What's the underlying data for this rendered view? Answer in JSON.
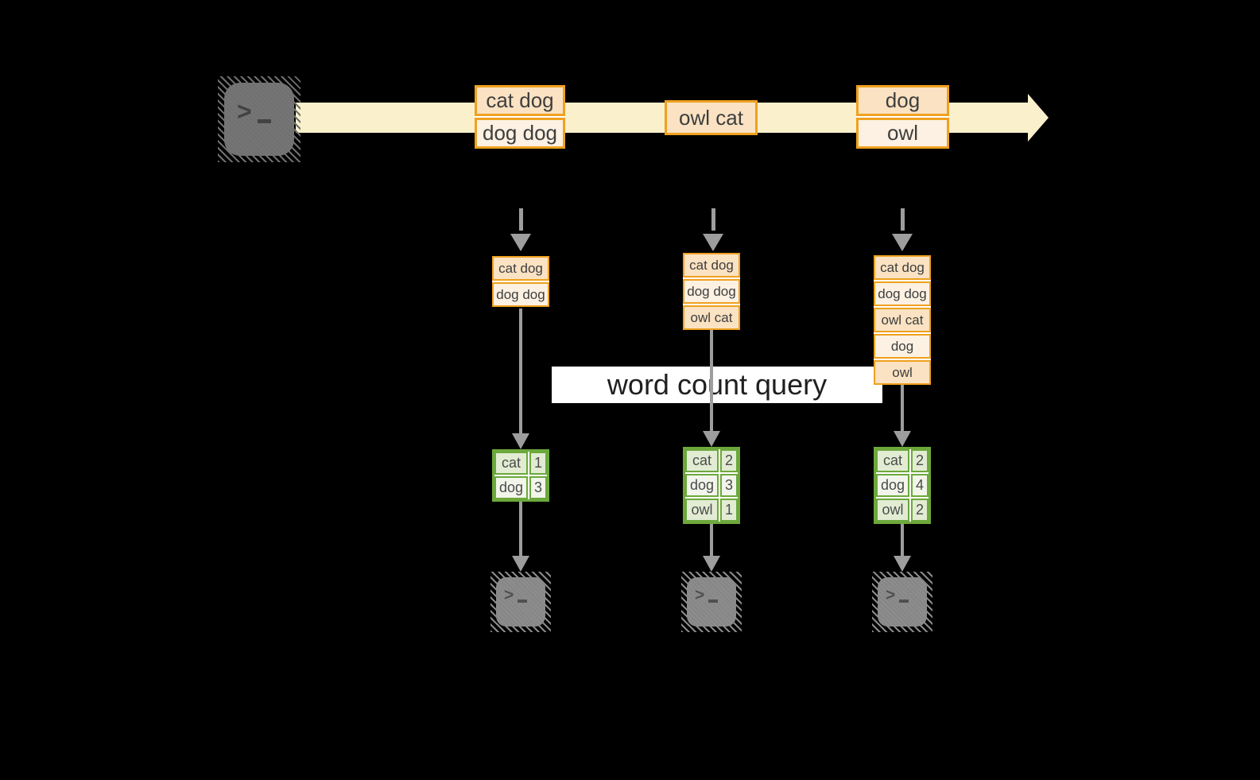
{
  "banner": {
    "label": "word count query"
  },
  "terminal": {
    "prompt_chevron": ">"
  },
  "stream_events": {
    "pair1": [
      "cat dog",
      "dog dog"
    ],
    "single": "owl cat",
    "pair2": [
      "dog",
      "owl"
    ]
  },
  "pipelines": [
    {
      "messages": [
        "cat dog",
        "dog dog"
      ],
      "counts": [
        {
          "word": "cat",
          "count": 1
        },
        {
          "word": "dog",
          "count": 3
        }
      ]
    },
    {
      "messages": [
        "cat dog",
        "dog dog",
        "owl cat"
      ],
      "counts": [
        {
          "word": "cat",
          "count": 2
        },
        {
          "word": "dog",
          "count": 3
        },
        {
          "word": "owl",
          "count": 1
        }
      ]
    },
    {
      "messages": [
        "cat dog",
        "dog dog",
        "owl cat",
        "dog",
        "owl"
      ],
      "counts": [
        {
          "word": "cat",
          "count": 2
        },
        {
          "word": "dog",
          "count": 4
        },
        {
          "word": "owl",
          "count": 2
        }
      ]
    }
  ],
  "colors": {
    "accent_orange": "#efa11f",
    "peach_dark": "#fae2c2",
    "peach_light": "#fcf1e2",
    "stream_band": "#faf0cc",
    "green": "#6ca83c",
    "green_cell_dark": "#e2ecd3",
    "green_cell_light": "#f1f5ea",
    "arrow_gray": "#9d9d9d",
    "terminal_producer_gray": "#757575",
    "terminal_consumer_gray": "#8c8c8c"
  }
}
